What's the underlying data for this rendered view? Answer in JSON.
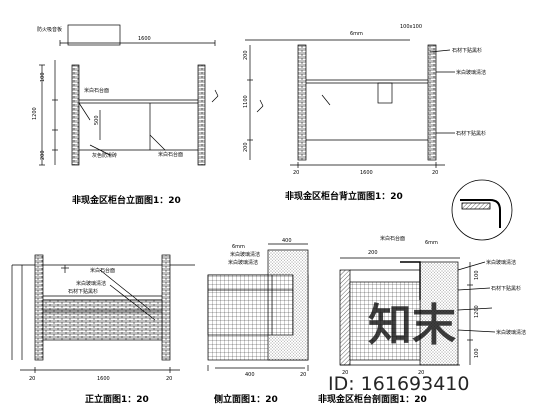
{
  "titles": {
    "front_elevation": "非现金区柜台立面图1：20",
    "back_elevation": "非现金区柜台背立面图1：20",
    "main_elevation": "正立面图1：20",
    "side_elevation": "侧立面图1：20",
    "section": "非现金区柜台剖面图1：20"
  },
  "front": {
    "dim_top": "1600",
    "dims_left": [
      "100",
      "1200",
      "200"
    ],
    "dim_inner": "500",
    "labels": [
      "防火吸音板",
      "米白石台面",
      "灰色防滑砖",
      "米白石台面"
    ]
  },
  "back": {
    "dims_top": [
      "6mm",
      "100x100"
    ],
    "dims_left": [
      "200",
      "1100",
      "200"
    ],
    "dims_bottom": [
      "20",
      "1600",
      "20"
    ],
    "labels": [
      "石材下贴黑杉",
      "米白玻璃清洁",
      "石材下贴黑杉"
    ]
  },
  "main": {
    "dims_bottom": [
      "20",
      "1600",
      "20"
    ],
    "labels": [
      "米白石台面",
      "米白玻璃清洁",
      "石材下贴黑杉"
    ]
  },
  "side": {
    "dims_top": [
      "6mm",
      "400"
    ],
    "dims_bottom": [
      "400",
      "20"
    ],
    "labels": [
      "米白玻璃清洁",
      "米白玻璃清洁"
    ]
  },
  "section": {
    "dims_top": [
      "200",
      "6mm"
    ],
    "dims_right": [
      "100",
      "1200",
      "100"
    ],
    "dims_bottom": [
      "20",
      "20"
    ],
    "labels": [
      "米白石台面",
      "米白玻璃清洁",
      "石材下贴黑杉",
      "米白玻璃清洁"
    ]
  },
  "watermark": {
    "logo": "知末",
    "id": "ID: 161693410"
  }
}
